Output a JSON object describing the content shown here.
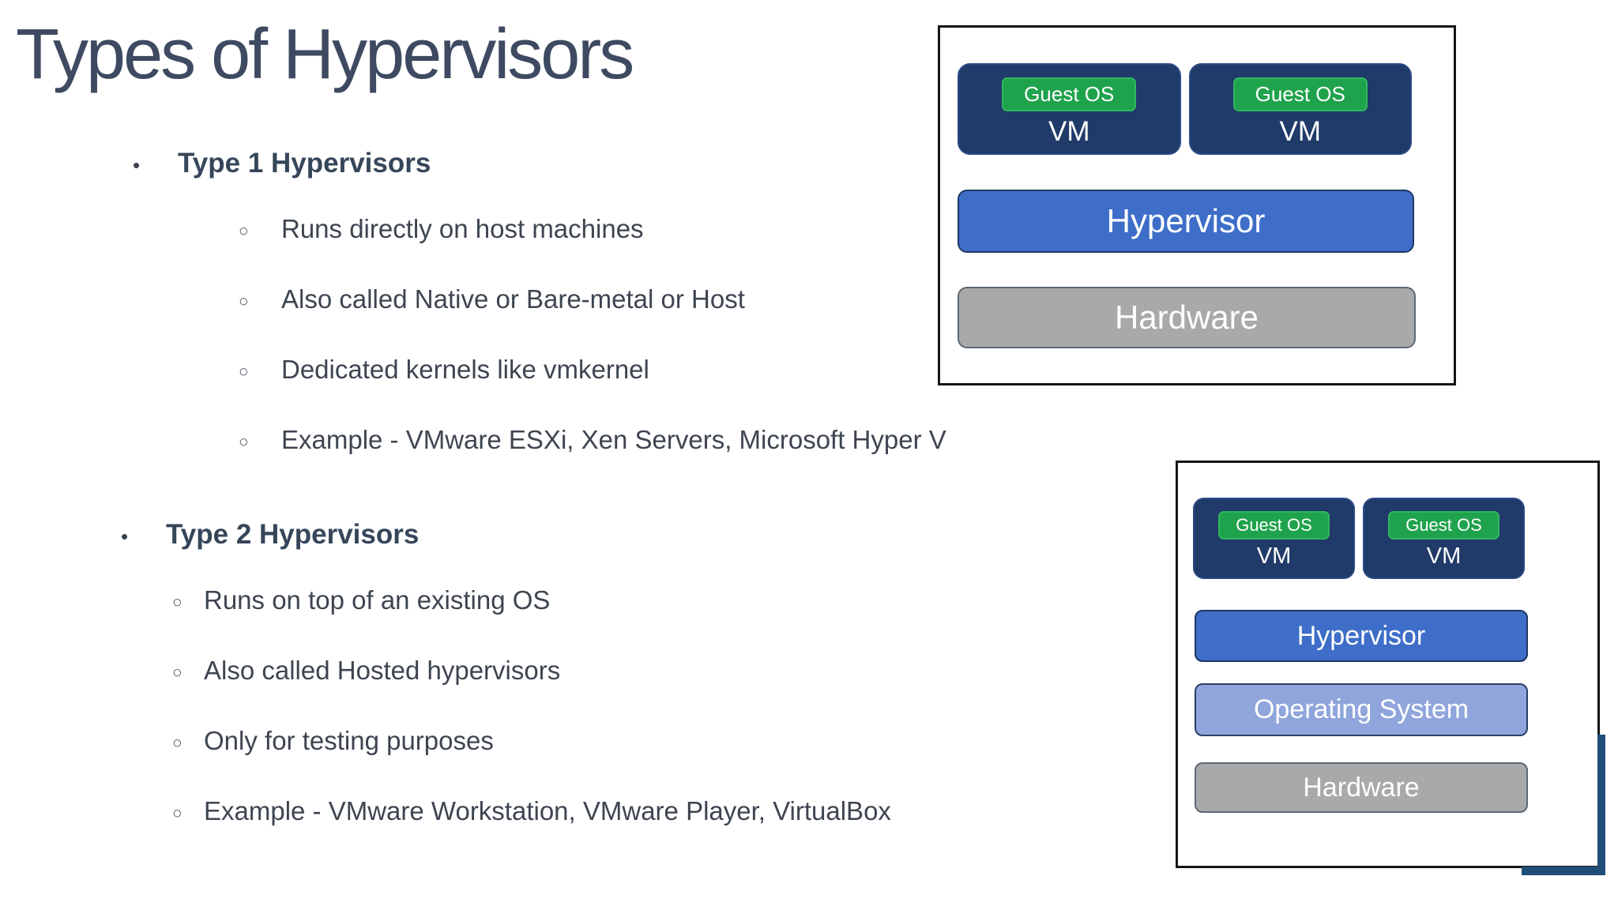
{
  "slide": {
    "title": "Types of Hypervisors",
    "markers": {
      "level1": "•",
      "level2": "○"
    },
    "sections": [
      {
        "heading": "Type 1 Hypervisors",
        "bullets": [
          "Runs directly on host machines",
          "Also called Native or Bare-metal or Host",
          "Dedicated kernels like vmkernel",
          "Example - VMware ESXi, Xen Servers, Microsoft Hyper V"
        ]
      },
      {
        "heading": "Type 2 Hypervisors",
        "bullets": [
          "Runs on top of an existing OS",
          "Also called Hosted hypervisors",
          "Only for testing purposes",
          "Example - VMware Workstation, VMware Player, VirtualBox"
        ]
      }
    ]
  },
  "diagrams": {
    "type1": {
      "vms": [
        {
          "badge": "Guest OS",
          "label": "VM"
        },
        {
          "badge": "Guest OS",
          "label": "VM"
        }
      ],
      "layers": [
        {
          "label": "Hypervisor"
        },
        {
          "label": "Hardware"
        }
      ]
    },
    "type2": {
      "vms": [
        {
          "badge": "Guest OS",
          "label": "VM"
        },
        {
          "badge": "Guest OS",
          "label": "VM"
        }
      ],
      "layers": [
        {
          "label": "Hypervisor"
        },
        {
          "label": "Operating System"
        },
        {
          "label": "Hardware"
        }
      ]
    }
  },
  "colors": {
    "title_text": "#3E4A61",
    "body_text": "#3E4550",
    "vm_box": "#203A69",
    "guest_os_badge": "#1FA24C",
    "hypervisor_layer": "#3E6EC8",
    "operating_system_layer": "#8FA5DC",
    "hardware_layer": "#A9A9A9",
    "diagram_border": "#151515",
    "corner_accent": "#1F4E79"
  }
}
